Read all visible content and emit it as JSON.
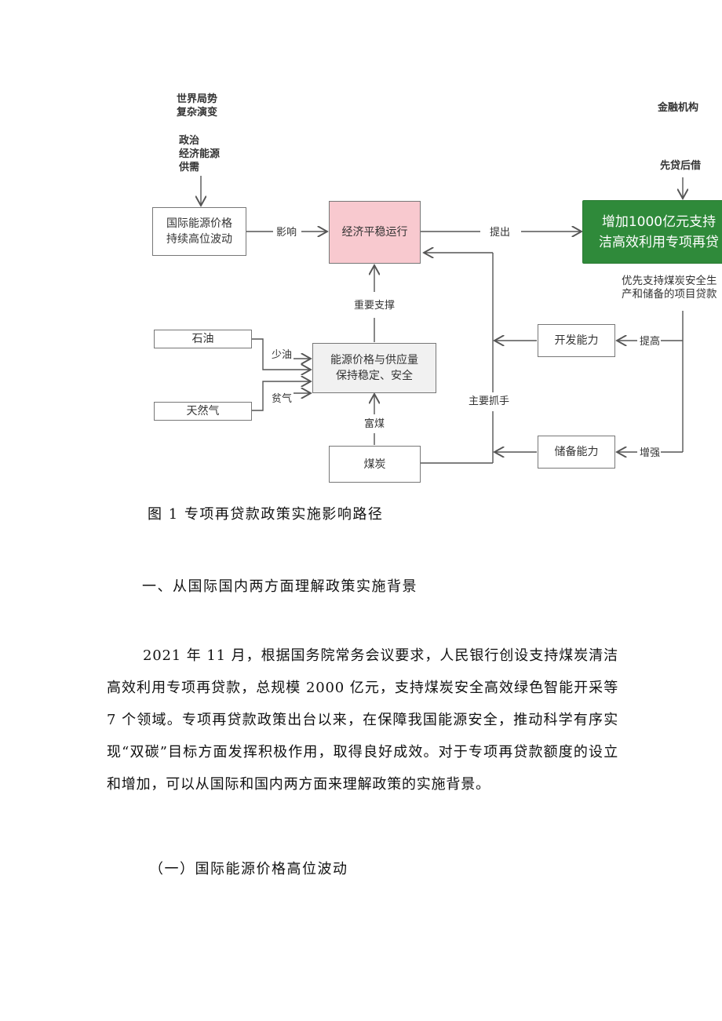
{
  "diagram": {
    "world_label": "世界局势\n复杂演变",
    "politics_label": "政治\n经济能源\n供需",
    "intl_price_box": "国际能源价格\n持续高位波动",
    "influence_label": "影响",
    "economy_box": "经济平稳运行",
    "propose_label": "提出",
    "green_box": "增加1000亿元支持\n洁高效利用专项再贷",
    "finance_label": "金融机构",
    "lend_label": "先贷后借",
    "priority_label": "优先支持煤炭安全生\n产和储备的项目贷款",
    "support_label": "重要支撑",
    "oil_box": "石油",
    "gas_box": "天然气",
    "less_oil_label": "少油",
    "poor_gas_label": "贫气",
    "energy_box": "能源价格与供应量\n保持稳定、安全",
    "rich_coal_label": "富煤",
    "coal_box": "煤炭",
    "main_lever_label": "主要抓手",
    "dev_box": "开发能力",
    "storage_box": "储备能力",
    "improve_label": "提高",
    "enhance_label": "增强"
  },
  "caption": "图 1 专项再贷款政策实施影响路径",
  "heading": "一、从国际国内两方面理解政策实施背景",
  "paragraph": "2021 年 11 月，根据国务院常务会议要求，人民银行创设支持煤炭清洁高效利用专项再贷款，总规模 2000 亿元，支持煤炭安全高效绿色智能开采等 7 个领域。专项再贷款政策出台以来，在保障我国能源安全，推动科学有序实现“双碳”目标方面发挥积极作用，取得良好成效。对于专项再贷款额度的设立和增加，可以从国际和国内两方面来理解政策的实施背景。",
  "subheading": "（一）国际能源价格高位波动"
}
